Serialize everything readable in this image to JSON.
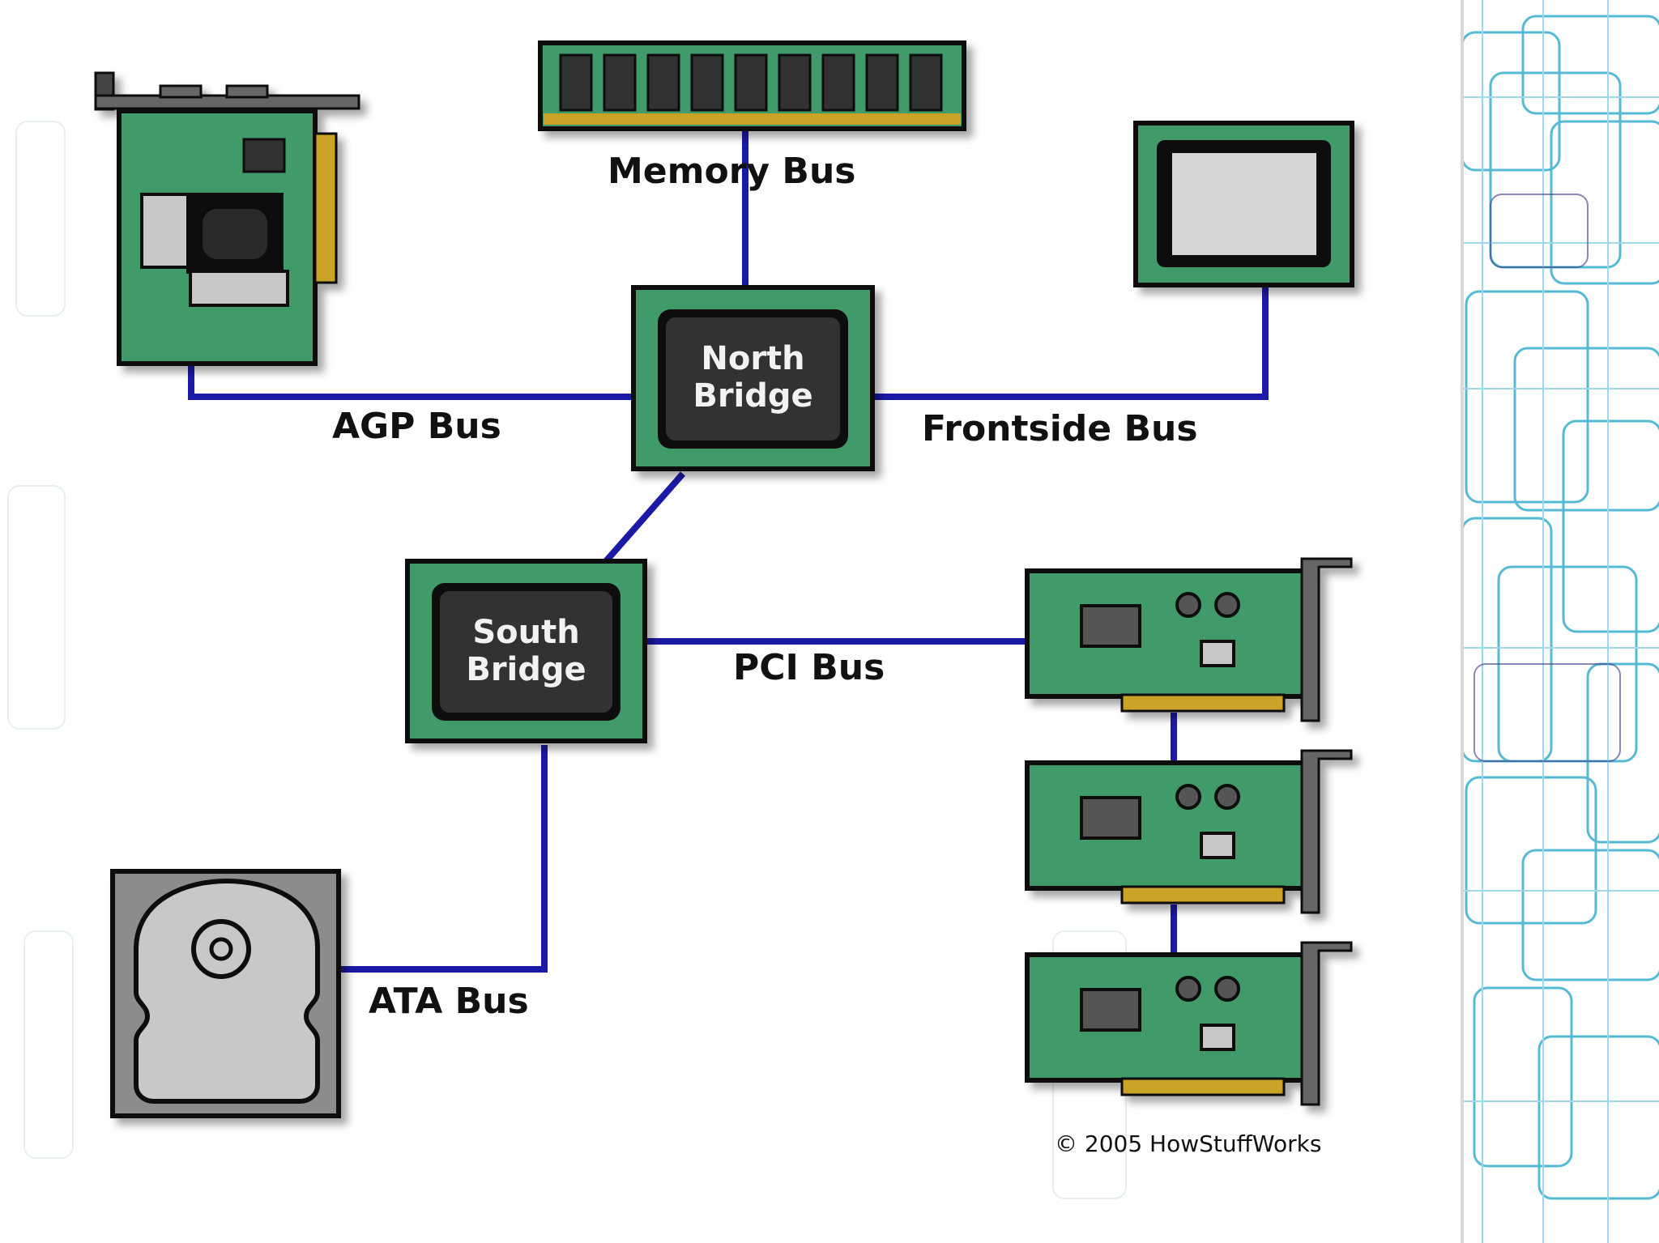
{
  "labels": {
    "memory_bus": "Memory Bus",
    "agp_bus": "AGP Bus",
    "frontside_bus": "Frontside Bus",
    "pci_bus": "PCI Bus",
    "ata_bus": "ATA Bus",
    "north_bridge_line1": "North",
    "north_bridge_line2": "Bridge",
    "south_bridge_line1": "South",
    "south_bridge_line2": "Bridge",
    "copyright": "© 2005 HowStuffWorks"
  },
  "colors": {
    "board_green": "#3f9a6b",
    "bus_blue": "#1a1aa6",
    "chip_dark": "#333333",
    "outline": "#111111",
    "gold": "#c9a227",
    "gray": "#c8c8c8",
    "accent_cyan": "#1fa3c6"
  },
  "icons": [
    "memory-module-icon",
    "agp-card-icon",
    "cpu-icon",
    "north-bridge-chip-icon",
    "south-bridge-chip-icon",
    "pci-card-icon",
    "hard-drive-icon"
  ]
}
